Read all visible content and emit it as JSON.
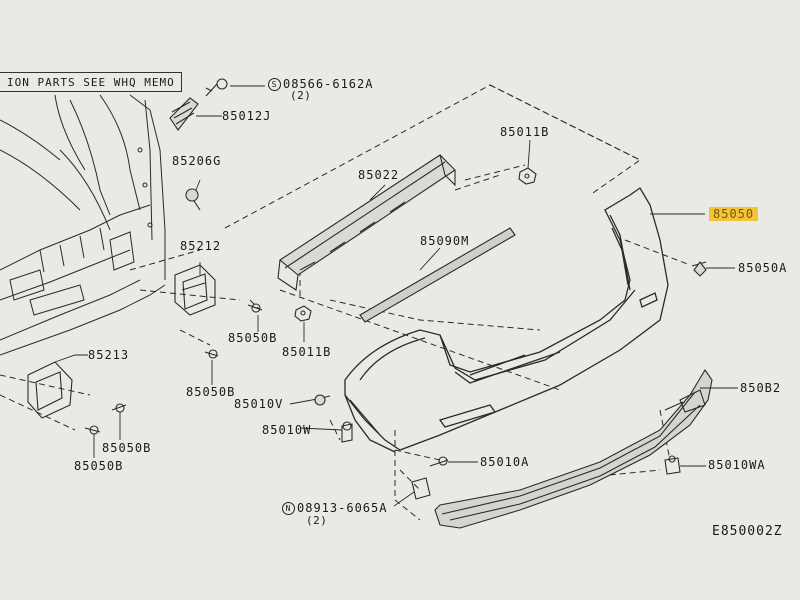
{
  "note": "ION PARTS SEE WHQ MEMO",
  "diagram_id": "E850002Z",
  "parts": {
    "p08566": {
      "symbol": "S",
      "code": "08566-6162A",
      "qty": "(2)"
    },
    "p85012J": "85012J",
    "p85206G": "85206G",
    "p85212": "85212",
    "p85213": "85213",
    "p85022": "85022",
    "p85011B_top": "85011B",
    "p85011B_bottom": "85011B",
    "p85090M": "85090M",
    "p85050": "85050",
    "p85050A": "85050A",
    "p85050B_1": "85050B",
    "p85050B_2": "85050B",
    "p85050B_3": "85050B",
    "p85050B_4": "85050B",
    "p85010V": "85010V",
    "p85010W": "85010W",
    "p85010A": "85010A",
    "p85010WA": "85010WA",
    "p850B2": "850B2",
    "p08913": {
      "symbol": "N",
      "code": "08913-6065A",
      "qty": "(2)"
    }
  },
  "colors": {
    "paper": "#e9e9e6",
    "ink": "#2a2a2a",
    "highlight": "#f3c33c"
  }
}
